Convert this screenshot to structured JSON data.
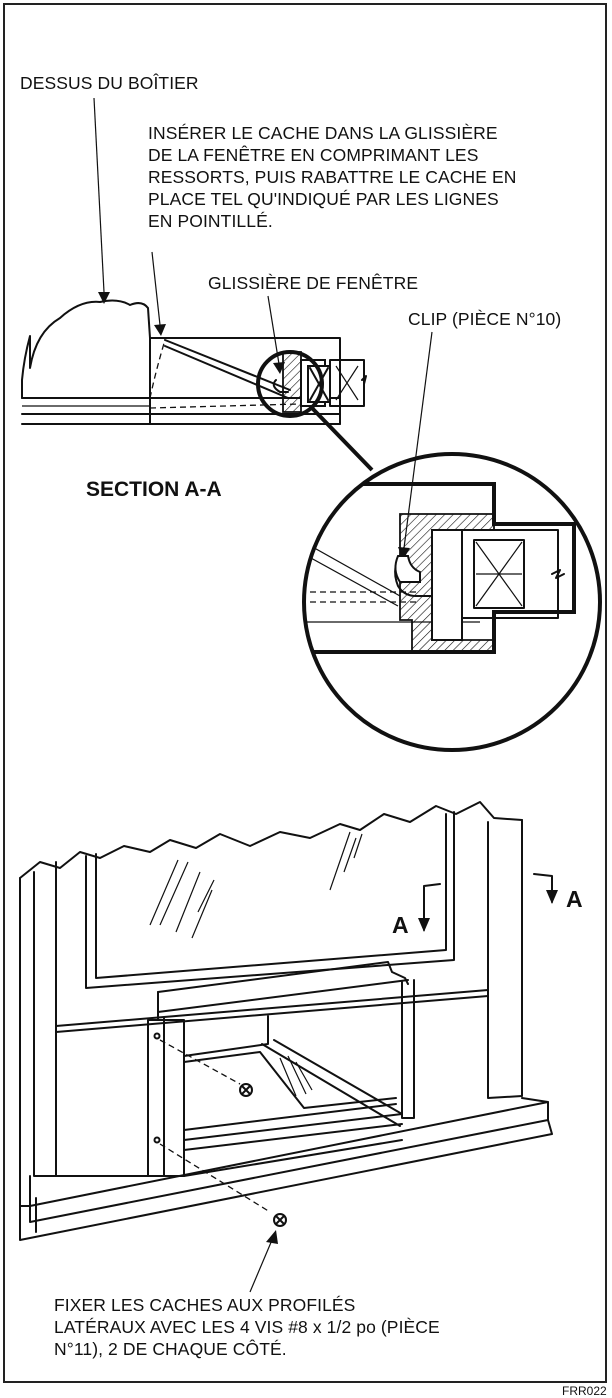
{
  "labels": {
    "box_top": "DESSUS DU BOÎTIER",
    "insert_instruction": [
      "INSÉRER LE CACHE DANS LA GLISSIÈRE",
      "DE LA FENÊTRE EN COMPRIMANT LES",
      "RESSORTS, PUIS RABATTRE LE CACHE EN",
      "PLACE TEL QU'INDIQUÉ PAR LES LIGNES",
      "EN POINTILLÉ."
    ],
    "window_rail": "GLISSIÈRE DE FENÊTRE",
    "clip": "CLIP (PIÈCE N°10)",
    "section_title": "SECTION A-A",
    "marker_a_left": "A",
    "marker_a_right": "A",
    "fix_instruction": [
      "FIXER LES CACHES AUX PROFILÉS",
      "LATÉRAUX AVEC LES 4 VIS #8 x 1/2 po (PIÈCE",
      "N°11), 2 DE CHAQUE CÔTÉ."
    ],
    "figure_code": "FRR022"
  }
}
